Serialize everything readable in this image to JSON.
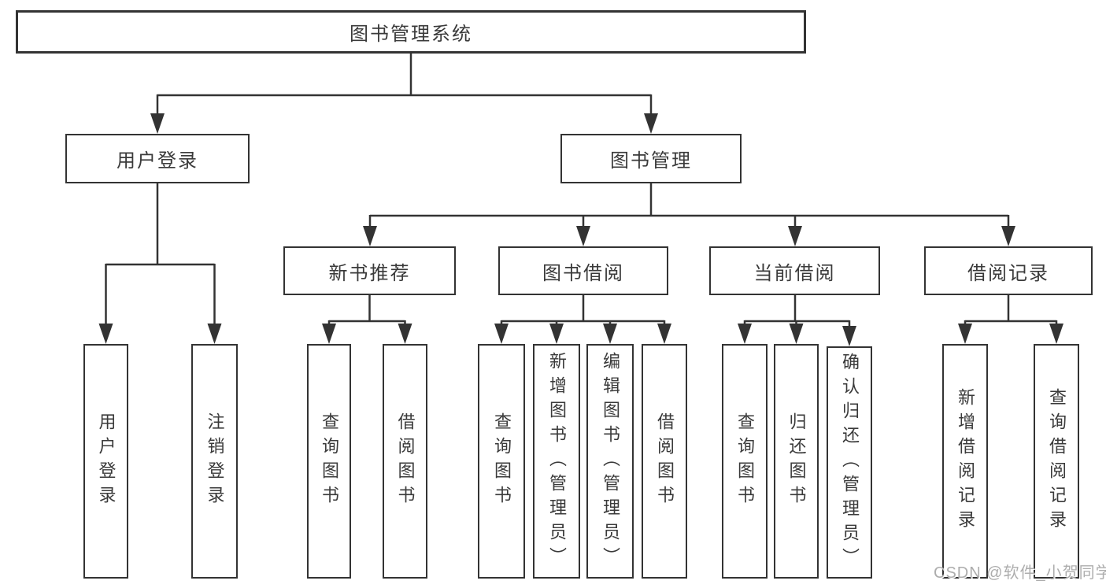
{
  "watermark": {
    "text": "CSDN @软件_小贺同学"
  },
  "colors": {
    "line": "#333333",
    "box_border": "#333333",
    "box_fill": "#ffffff",
    "text": "#3a3a3a",
    "watermark": "#adadad"
  },
  "tree": {
    "label": "图书管理系统",
    "children": [
      {
        "label": "用户登录",
        "children": [
          {
            "label": "用户登录"
          },
          {
            "label": "注销登录"
          }
        ]
      },
      {
        "label": "图书管理",
        "children": [
          {
            "label": "新书推荐",
            "children": [
              {
                "label": "查询图书"
              },
              {
                "label": "借阅图书"
              }
            ]
          },
          {
            "label": "图书借阅",
            "children": [
              {
                "label": "查询图书"
              },
              {
                "label": "新增图书（管理员）"
              },
              {
                "label": "编辑图书（管理员）"
              },
              {
                "label": "借阅图书"
              }
            ]
          },
          {
            "label": "当前借阅",
            "children": [
              {
                "label": "查询图书"
              },
              {
                "label": "归还图书"
              },
              {
                "label": "确认归还（管理员）"
              }
            ]
          },
          {
            "label": "借阅记录",
            "children": [
              {
                "label": "新增借阅记录"
              },
              {
                "label": "查询借阅记录"
              }
            ]
          }
        ]
      }
    ]
  }
}
